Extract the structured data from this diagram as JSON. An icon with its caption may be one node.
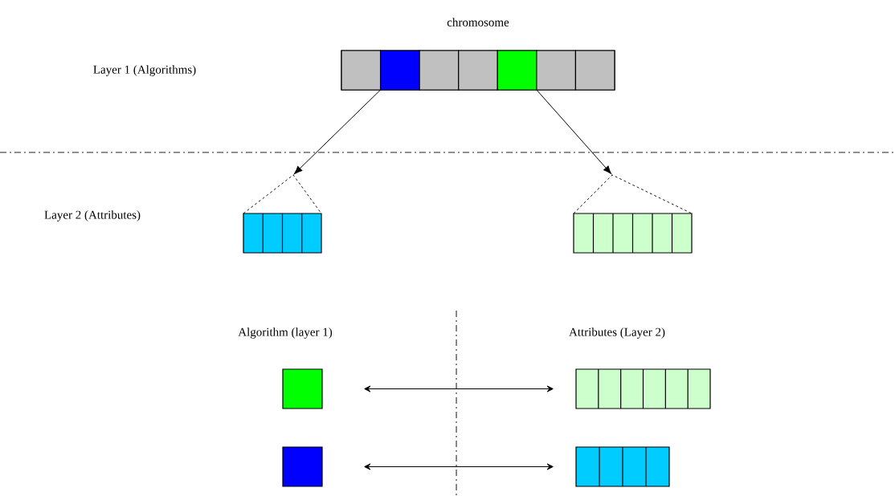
{
  "diagram": {
    "nodes": [
      {
        "text": [
          "chromosome"
        ]
      },
      {
        "text": [],
        "shape": "box",
        "in": 0
      },
      {
        "text": [],
        "shape": "box",
        "in": 0
      },
      {
        "text": [],
        "shape": "box",
        "in": 0
      },
      {
        "text": [],
        "shape": "box",
        "in": 0
      },
      {
        "text": [],
        "shape": "box",
        "in": 0
      },
      {
        "text": [],
        "shape": "box",
        "in": 0
      },
      {
        "text": [],
        "shape": "box",
        "in": 0
      },
      {
        "text": [],
        "shape": "bar"
      },
      {
        "text": [],
        "shape": "bar"
      },
      {
        "text": [],
        "shape": "box"
      },
      {
        "text": [],
        "shape": "bar"
      },
      {
        "text": [],
        "shape": "box"
      },
      {
        "text": [],
        "shape": "bar"
      }
    ],
    "edges": [
      {
        "from": 2,
        "to": 8,
        "arrow": "to"
      },
      {
        "from": 5,
        "to": 9,
        "arrow": "to"
      },
      {
        "from": 10,
        "to": 11,
        "arrow": "both"
      },
      {
        "from": 12,
        "to": 13,
        "arrow": "both"
      }
    ],
    "labels": [
      "Layer 1 (Algorithms)",
      "Layer 2 (Attributes)",
      "Algorithm (layer 1)",
      "Attributes (Layer 2)"
    ]
  }
}
